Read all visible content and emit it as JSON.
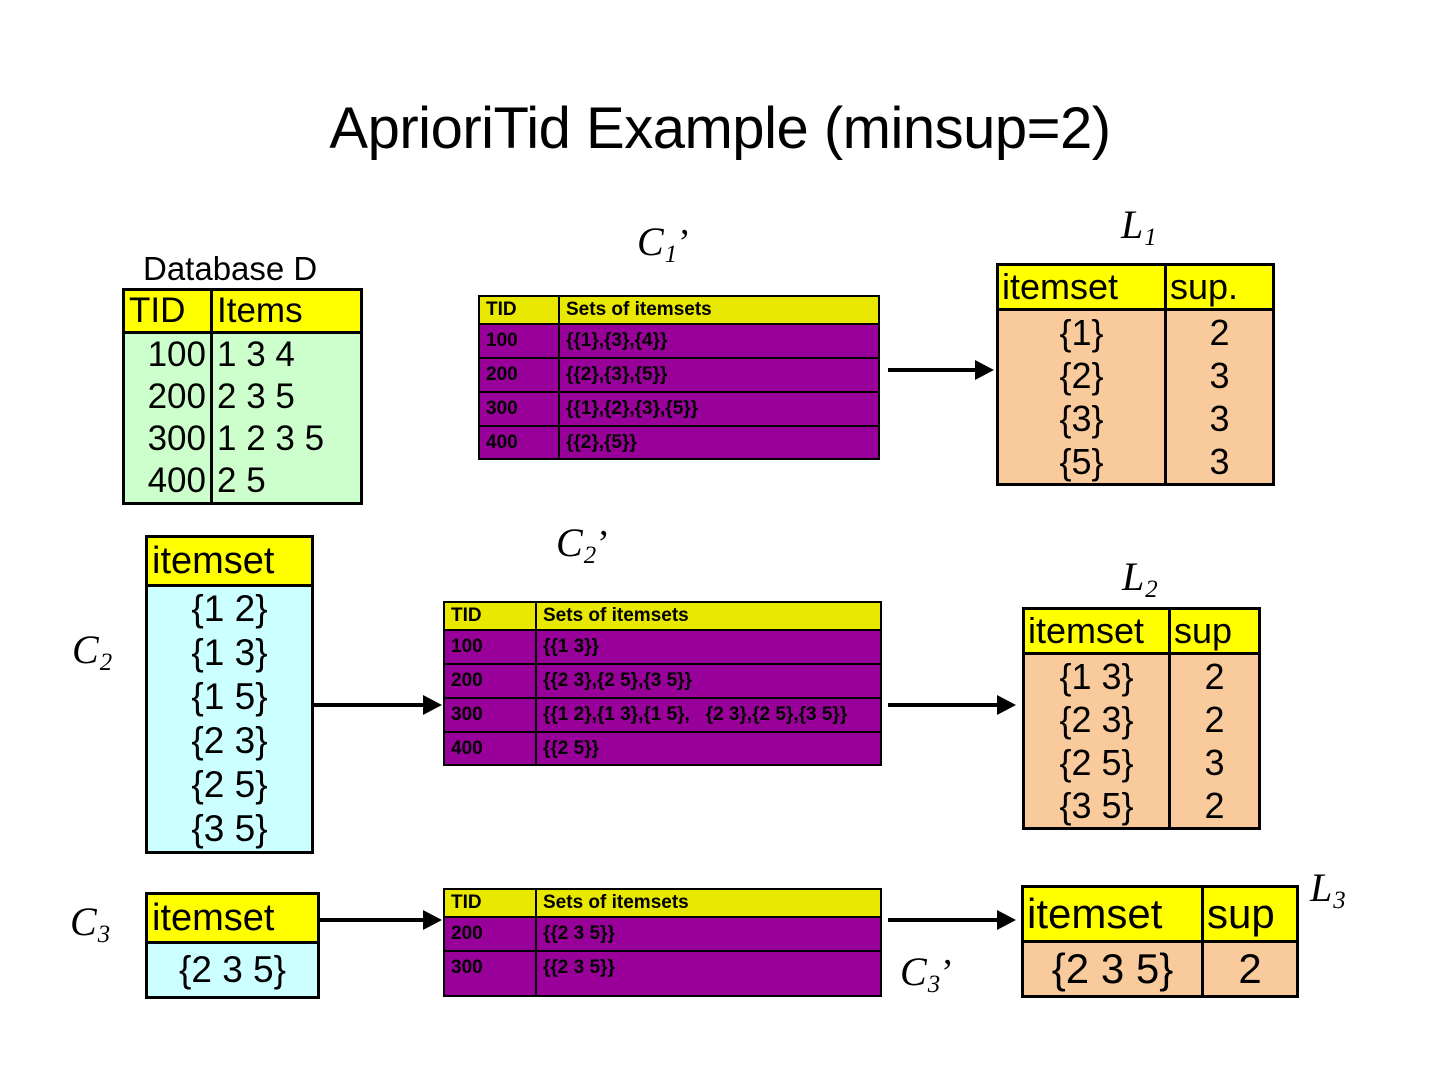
{
  "page": {
    "title": "AprioriTid Example (minsup=2)"
  },
  "colors": {
    "header_yellow": "#FFFF00",
    "purple_cell": "#990099",
    "peach_cell": "#F9CB9C",
    "cyan_cell": "#CCFFFF",
    "green_cell": "#CCFFCC",
    "outline": "#000000"
  },
  "database": {
    "caption": "Database D",
    "columns": [
      "TID",
      "Items"
    ],
    "rows": [
      {
        "tid": "100",
        "items": "1 3 4"
      },
      {
        "tid": "200",
        "items": "2 3 5"
      },
      {
        "tid": "300",
        "items": "1 2 3 5"
      },
      {
        "tid": "400",
        "items": "2 5"
      }
    ]
  },
  "c1prime": {
    "label_base": "C",
    "label_sub": "1",
    "label_prime": "’",
    "columns": [
      "TID",
      "Sets of itemsets"
    ],
    "rows": [
      {
        "tid": "100",
        "sets": "{{1},{3},{4}}"
      },
      {
        "tid": "200",
        "sets": "{{2},{3},{5}}"
      },
      {
        "tid": "300",
        "sets": "{{1},{2},{3},{5}}"
      },
      {
        "tid": "400",
        "sets": "{{2},{5}}"
      }
    ]
  },
  "l1": {
    "label_base": "L",
    "label_sub": "1",
    "columns": [
      "itemset",
      "sup."
    ],
    "rows": [
      {
        "itemset": "{1}",
        "sup": "2"
      },
      {
        "itemset": "{2}",
        "sup": "3"
      },
      {
        "itemset": "{3}",
        "sup": "3"
      },
      {
        "itemset": "{5}",
        "sup": "3"
      }
    ]
  },
  "c2": {
    "label_base": "C",
    "label_sub": "2",
    "columns": [
      "itemset"
    ],
    "rows": [
      "{1 2}",
      "{1 3}",
      "{1 5}",
      "{2 3}",
      "{2 5}",
      "{3 5}"
    ]
  },
  "c2prime": {
    "label_base": "C",
    "label_sub": "2",
    "label_prime": "’",
    "columns": [
      "TID",
      "Sets of itemsets"
    ],
    "rows": [
      {
        "tid": "100",
        "sets": "{{1 3}}"
      },
      {
        "tid": "200",
        "sets": "{{2 3},{2 5},{3 5}}"
      },
      {
        "tid": "300",
        "sets": "{{1 2},{1 3},{1 5},   {2 3},{2 5},{3 5}}"
      },
      {
        "tid": "400",
        "sets": "{{2 5}}"
      }
    ]
  },
  "l2": {
    "label_base": "L",
    "label_sub": "2",
    "columns": [
      "itemset",
      "sup"
    ],
    "rows": [
      {
        "itemset": "{1 3}",
        "sup": "2"
      },
      {
        "itemset": "{2 3}",
        "sup": "2"
      },
      {
        "itemset": "{2 5}",
        "sup": "3"
      },
      {
        "itemset": "{3 5}",
        "sup": "2"
      }
    ]
  },
  "c3": {
    "label_base": "C",
    "label_sub": "3",
    "columns": [
      "itemset"
    ],
    "rows": [
      "{2 3 5}"
    ]
  },
  "c3prime": {
    "label_base": "C",
    "label_sub": "3",
    "label_prime": "’",
    "columns": [
      "TID",
      "Sets of itemsets"
    ],
    "rows": [
      {
        "tid": "200",
        "sets": "{{2 3 5}}"
      },
      {
        "tid": "300",
        "sets": "{{2 3 5}}"
      }
    ]
  },
  "l3": {
    "label_base": "L",
    "label_sub": "3",
    "columns": [
      "itemset",
      "sup"
    ],
    "rows": [
      {
        "itemset": "{2 3 5}",
        "sup": "2"
      }
    ]
  }
}
